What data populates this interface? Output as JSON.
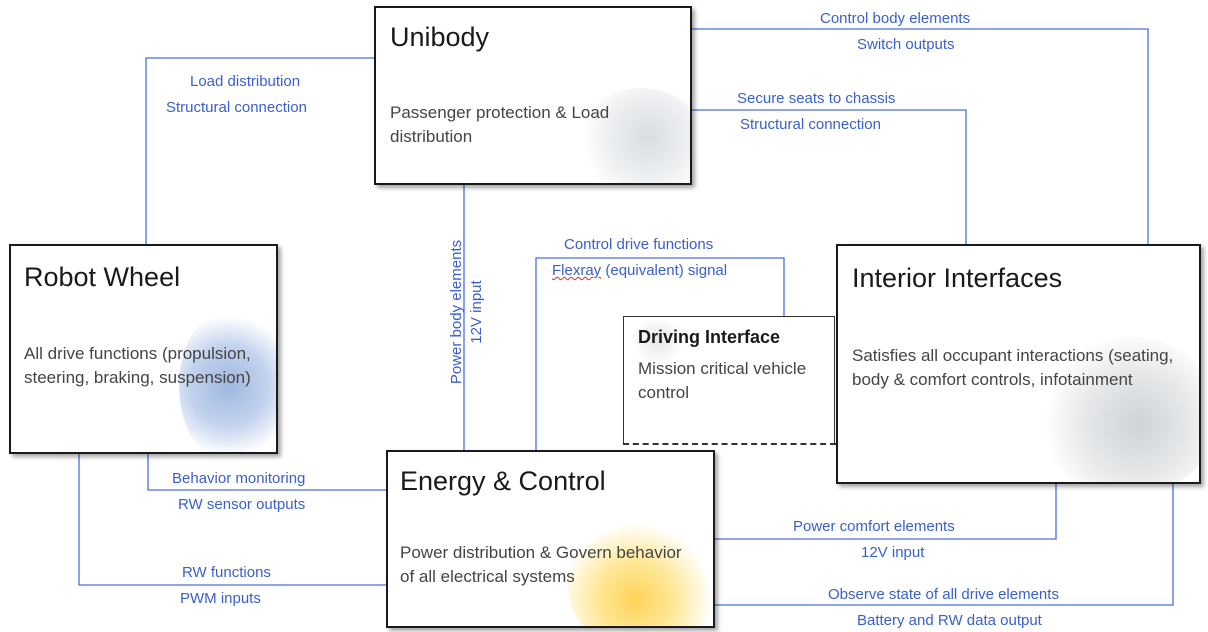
{
  "colors": {
    "connector": "#4a6fe0",
    "label": "#3a5fd0",
    "box_border": "#1a1a1a"
  },
  "boxes": {
    "unibody": {
      "title": "Unibody",
      "desc": "Passenger protection & Load distribution"
    },
    "robot_wheel": {
      "title": "Robot Wheel",
      "desc": "All drive functions (propulsion, steering, braking, suspension)"
    },
    "interior": {
      "title": "Interior Interfaces",
      "desc": "Satisfies all occupant interactions (seating, body & comfort controls, infotainment"
    },
    "energy": {
      "title": "Energy & Control",
      "desc": "Power distribution & Govern behavior of all electrical systems"
    },
    "driving": {
      "title": "Driving Interface",
      "desc": "Mission critical vehicle control"
    }
  },
  "connections": {
    "wheel_unibody": {
      "line1": "Load distribution",
      "line2": "Structural connection"
    },
    "unibody_interior_top": {
      "line1": "Control body elements",
      "line2": "Switch outputs"
    },
    "unibody_interior_seats": {
      "line1": "Secure seats to chassis",
      "line2": "Structural connection"
    },
    "energy_unibody": {
      "line1": "Power body elements",
      "line2": "12V input"
    },
    "energy_driving": {
      "line1": "Control drive functions",
      "line2_a": "Flexray",
      "line2_b": " (equivalent) signal"
    },
    "wheel_energy_monitor": {
      "line1": "Behavior monitoring",
      "line2": "RW sensor outputs"
    },
    "wheel_energy_functions": {
      "line1": "RW functions",
      "line2": "PWM inputs"
    },
    "energy_interior_power": {
      "line1": "Power comfort elements",
      "line2": "12V input"
    },
    "energy_interior_observe": {
      "line1": "Observe state of all drive elements",
      "line2": "Battery and RW data output"
    }
  }
}
